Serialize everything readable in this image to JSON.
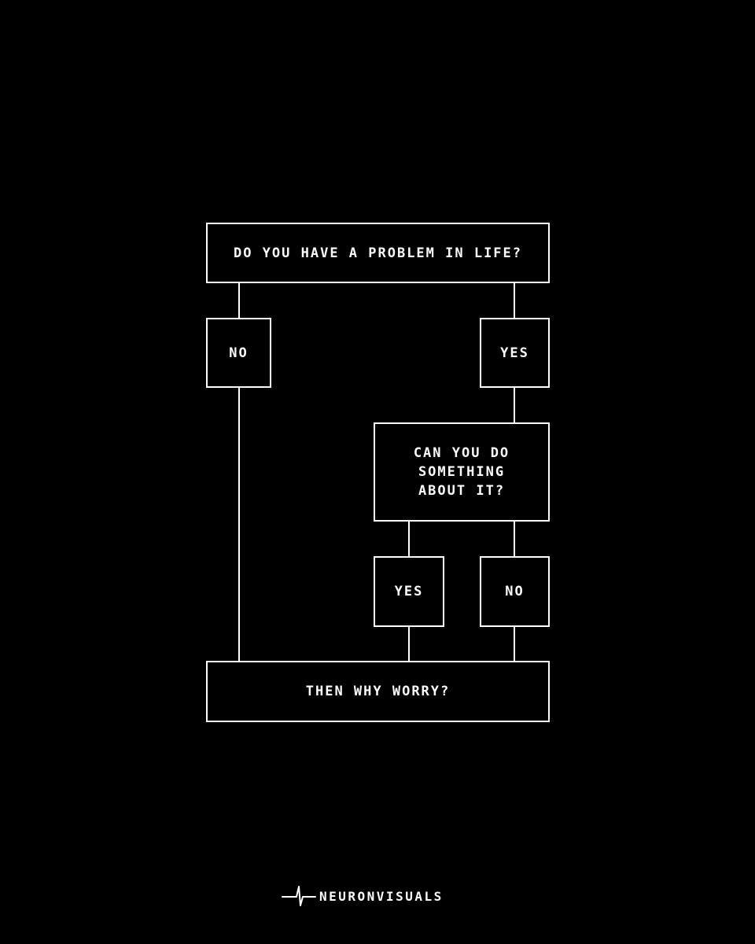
{
  "flowchart": {
    "question_1": "DO YOU HAVE A PROBLEM IN LIFE?",
    "answer_no_1": "NO",
    "answer_yes_1": "YES",
    "question_2_line_1": "CAN YOU DO",
    "question_2_line_2": "SOMETHING",
    "question_2_line_3": "ABOUT IT?",
    "answer_yes_2": "YES",
    "answer_no_2": "NO",
    "conclusion": "THEN WHY WORRY?"
  },
  "brand": {
    "name": "NEURONVISUALS",
    "logo_icon": "neuron-spike-icon"
  },
  "colors": {
    "background": "#000000",
    "foreground": "#ffffff"
  }
}
